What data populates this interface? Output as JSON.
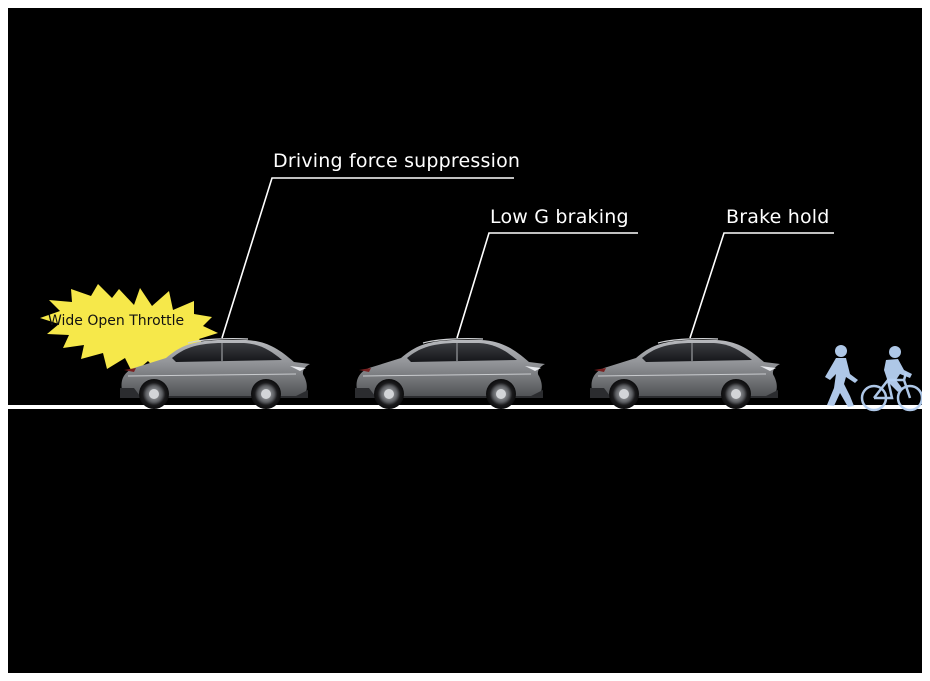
{
  "diagram": {
    "labels": {
      "driving_force": "Driving force suppression",
      "low_g": "Low G braking",
      "brake_hold": "Brake hold",
      "wot": "Wide Open Throttle"
    },
    "colors": {
      "background": "#000000",
      "road_line": "#ffffff",
      "starburst": "#f6e84a",
      "car_body": "#8e9094",
      "pedestrian": "#b8d2f4"
    },
    "icons": [
      "car",
      "pedestrian-icon",
      "cyclist-icon",
      "starburst"
    ]
  }
}
